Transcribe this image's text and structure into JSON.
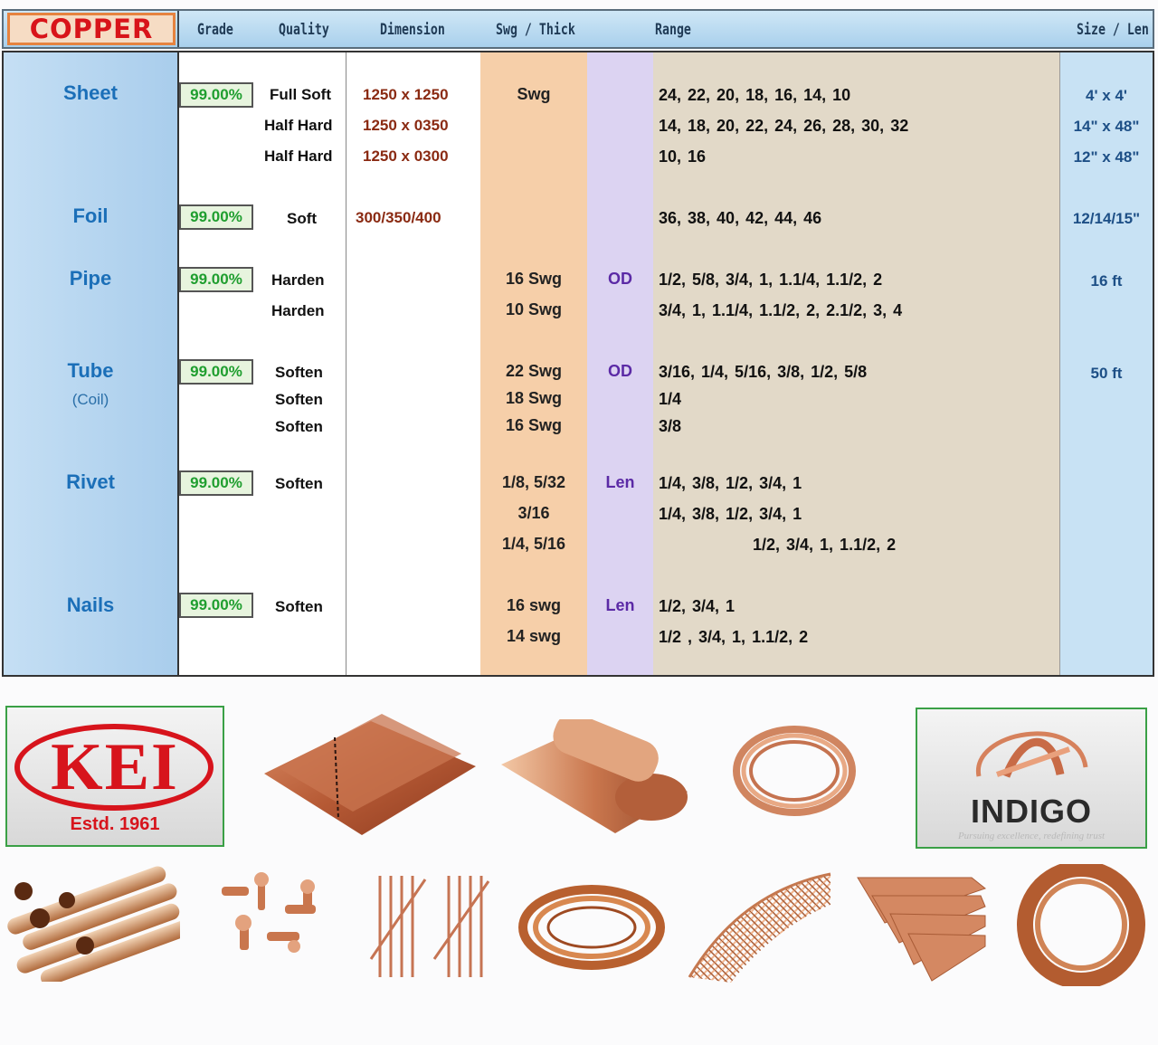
{
  "header": {
    "title": "COPPER",
    "cols": {
      "grade": "Grade",
      "quality": "Quality",
      "dimension": "Dimension",
      "swg": "Swg / Thick",
      "range": "Range",
      "size": "Size / Len"
    }
  },
  "rows": {
    "sheet": {
      "name": "Sheet",
      "grade": "99.00%",
      "lines": [
        {
          "quality": "Full Soft",
          "dimension": "1250 x 1250",
          "swg": "Swg",
          "range": "24,  22,  20,  18,  16,  14,  10",
          "size": "4' x 4'"
        },
        {
          "quality": "Half Hard",
          "dimension": "1250 x 0350",
          "range": "14,  18,  20,  22,  24,  26,  28,  30,  32",
          "size": "14\" x 48\""
        },
        {
          "quality": "Half Hard",
          "dimension": "1250 x 0300",
          "range": "10,  16",
          "size": "12\" x 48\""
        }
      ]
    },
    "foil": {
      "name": "Foil",
      "grade": "99.00%",
      "quality": "Soft",
      "dimension": "300/350/400",
      "range": "36,  38,  40,  42,  44,  46",
      "size": "12/14/15\""
    },
    "pipe": {
      "name": "Pipe",
      "grade": "99.00%",
      "od": "OD",
      "size": "16 ft",
      "lines": [
        {
          "quality": "Harden",
          "swg": "16  Swg",
          "range": "1/2,  5/8,  3/4,  1,  1.1/4,  1.1/2,  2"
        },
        {
          "quality": "Harden",
          "swg": "10  Swg",
          "range": "3/4,  1,  1.1/4,   1.1/2,  2,  2.1/2,  3,  4"
        }
      ]
    },
    "tube": {
      "name": "Tube",
      "sub": "(Coil)",
      "grade": "99.00%",
      "od": "OD",
      "size": "50 ft",
      "lines": [
        {
          "quality": "Soften",
          "swg": "22  Swg",
          "range": "3/16,  1/4,  5/16,  3/8,  1/2,  5/8"
        },
        {
          "quality": "Soften",
          "swg": "18  Swg",
          "range": "1/4"
        },
        {
          "quality": "Soften",
          "swg": "16  Swg",
          "range": "3/8"
        }
      ]
    },
    "rivet": {
      "name": "Rivet",
      "grade": "99.00%",
      "quality": "Soften",
      "od": "Len",
      "lines": [
        {
          "swg": "1/8,  5/32",
          "range": "1/4,  3/8,  1/2,  3/4,  1"
        },
        {
          "swg": "3/16",
          "range": "1/4,  3/8,  1/2,  3/4,  1"
        },
        {
          "swg": "1/4,  5/16",
          "range": "1/2,  3/4,  1,  1.1/2,  2"
        }
      ]
    },
    "nails": {
      "name": "Nails",
      "grade": "99.00%",
      "quality": "Soften",
      "od": "Len",
      "lines": [
        {
          "swg": "16  swg",
          "range": "1/2,  3/4,  1"
        },
        {
          "swg": "14  swg",
          "range": "1/2 ,  3/4,  1,  1.1/2,  2"
        }
      ]
    }
  },
  "logos": {
    "kei": {
      "text": "KEI",
      "estd": "Estd. 1961",
      "color": "#d7141c"
    },
    "indigo": {
      "text": "INDIGO",
      "tagline": "Pursuing excellence, redefining trust"
    }
  },
  "colors": {
    "copper": "#c0673a",
    "product_blue": "#1b6fb8",
    "grade_green": "#1f9e2f",
    "od_purple": "#5b2aa6"
  }
}
